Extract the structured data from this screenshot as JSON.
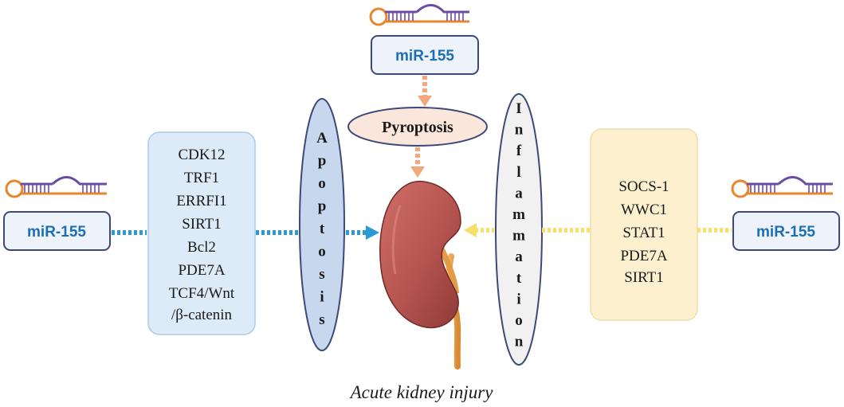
{
  "mir_label": "miR-155",
  "pyroptosis_label": "Pyroptosis",
  "apoptosis_label": "Apoptosis",
  "inflammation_label": "Inflammation",
  "apoptosis_targets": [
    "CDK12",
    "TRF1",
    "ERRFI1",
    "SIRT1",
    "Bcl2",
    "PDE7A",
    "TCF4/Wnt",
    "/β-catenin"
  ],
  "inflammation_targets": [
    "SOCS-1",
    "WWC1",
    "STAT1",
    "PDE7A",
    "SIRT1"
  ],
  "caption": "Acute kidney injury",
  "colors": {
    "mir_box_border": "#3d4a78",
    "mir_box_fill": "#eef2fa",
    "mir_text": "#1a6fb5",
    "left_panel_fill": "#dcebf7",
    "left_panel_border": "#a9cbe6",
    "right_panel_fill": "#fcf0cf",
    "right_panel_border": "#ecdca8",
    "apoptosis_fill": "#c7d7ee",
    "pyroptosis_fill": "#fbe6dc",
    "inflammation_fill": "#f1f1f1",
    "blue_arrow": "#2a9ad6",
    "orange_arrow": "#f4a77a",
    "yellow_arrow": "#f7df6a",
    "kidney": "#b5534f",
    "ureter": "#e59a45"
  },
  "icons": [
    "hairpin-rna-icon",
    "kidney-icon"
  ]
}
